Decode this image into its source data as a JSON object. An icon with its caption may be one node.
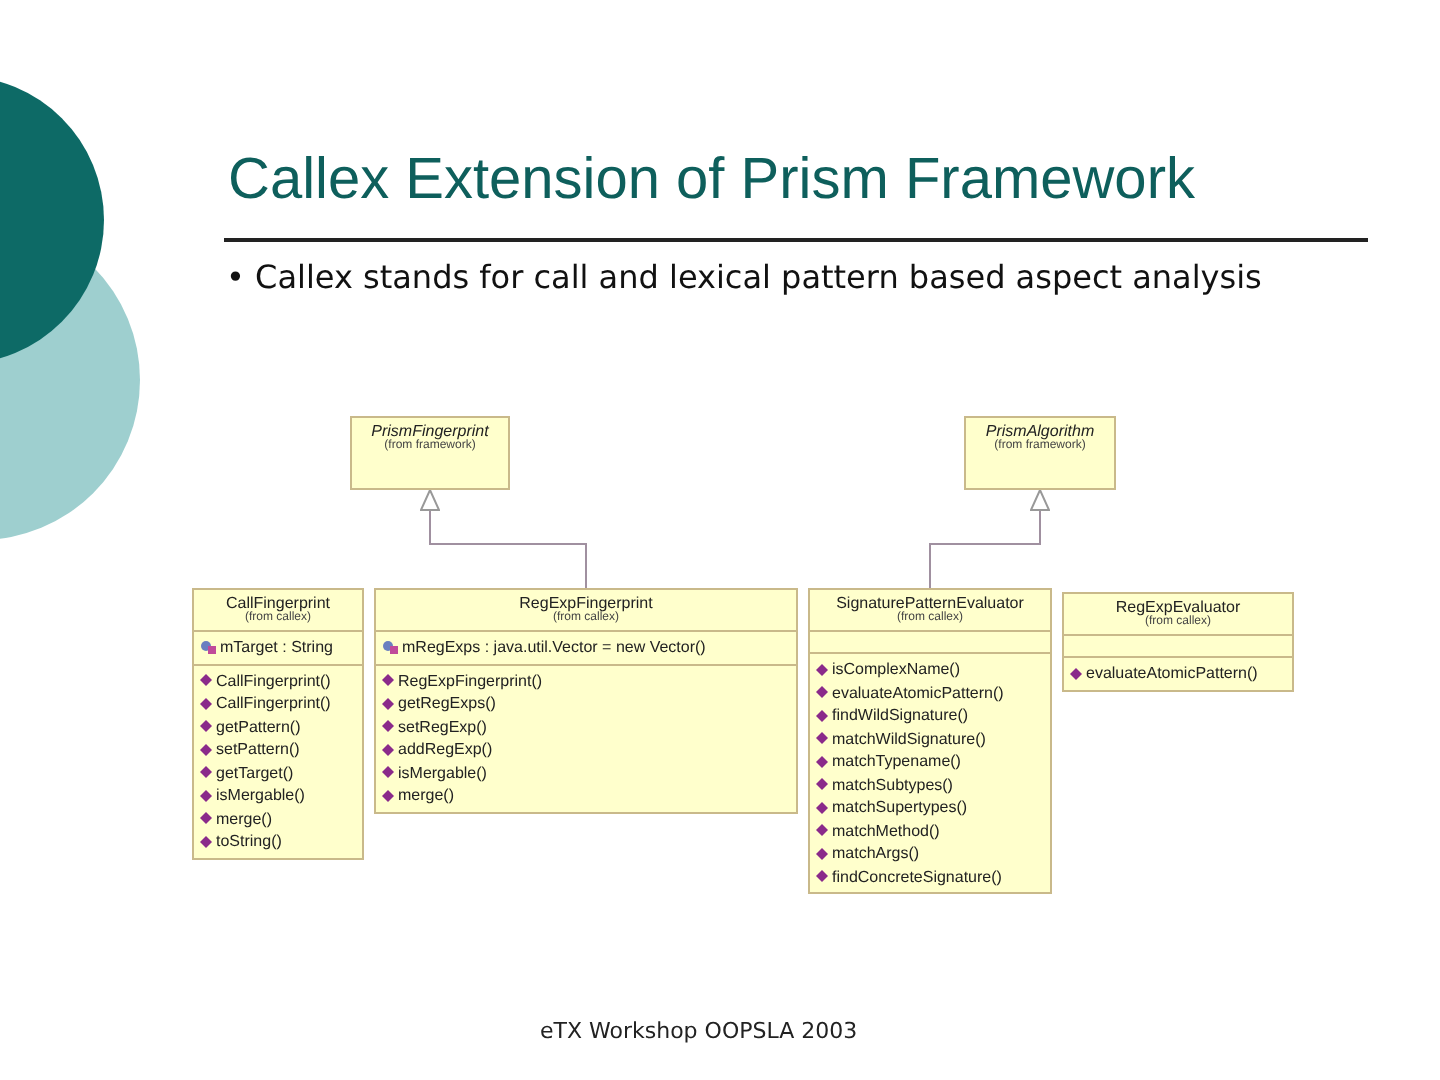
{
  "diagram": {
    "title": "Callex Extension of Prism Framework",
    "nodes": [
      {
        "text": [
          "PrismFingerprint",
          "(from framework)"
        ]
      },
      {
        "text": [
          "PrismAlgorithm",
          "(from framework)"
        ]
      },
      {
        "text": [
          "CallFingerprint",
          "(from callex)"
        ]
      },
      {
        "text": [
          "mTarget : String"
        ],
        "in": 2
      },
      {
        "text": [
          "CallFingerprint()",
          "CallFingerprint()",
          "getPattern()",
          "setPattern()",
          "getTarget()",
          "isMergable()",
          "merge()",
          "toString()"
        ],
        "in": 2
      },
      {
        "text": [
          "RegExpFingerprint",
          "(from callex)"
        ]
      },
      {
        "text": [
          "mRegExps : java.util.Vector = new Vector()"
        ],
        "in": 5
      },
      {
        "text": [
          "RegExpFingerprint()",
          "getRegExps()",
          "setRegExp()",
          "addRegExp()",
          "isMergable()",
          "merge()"
        ],
        "in": 5
      },
      {
        "text": [
          "SignaturePatternEvaluator",
          "(from callex)"
        ]
      },
      {
        "text": [
          "isComplexName()",
          "evaluateAtomicPattern()",
          "findWildSignature()",
          "matchWildSignature()",
          "matchTypename()",
          "matchSubtypes()",
          "matchSupertypes()",
          "matchMethod()",
          "matchArgs()",
          "findConcreteSignature()"
        ],
        "in": 8
      },
      {
        "text": [
          "RegExpEvaluator",
          "(from callex)"
        ]
      },
      {
        "text": [
          "evaluateAtomicPattern()"
        ],
        "in": 10
      }
    ],
    "edges": [
      {
        "from": 5,
        "to": 0,
        "arrow": "to"
      },
      {
        "from": 8,
        "to": 1,
        "arrow": "to"
      }
    ],
    "labels": [
      "• Callex stands for call and lexical pattern based aspect analysis",
      "eTX Workshop OOPSLA 2003"
    ]
  }
}
